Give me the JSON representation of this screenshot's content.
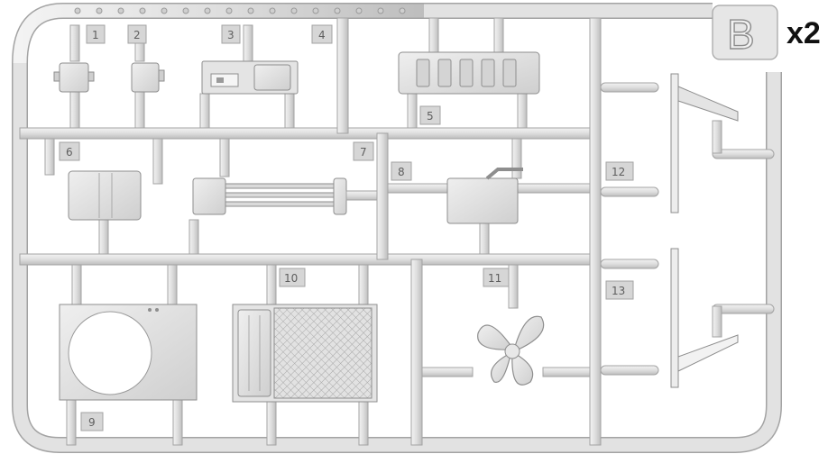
{
  "sprue": {
    "letter": "B",
    "count": "x2"
  },
  "part_numbers": [
    "1",
    "2",
    "3",
    "4",
    "5",
    "6",
    "7",
    "8",
    "9",
    "10",
    "11",
    "12",
    "13"
  ],
  "colors": {
    "plastic": "#dcdcdc",
    "plastic_light": "#ebebeb",
    "plastic_dark": "#b8b8b8",
    "outline": "#9a9a9a",
    "background": "#ffffff",
    "count_text": "#111111"
  }
}
